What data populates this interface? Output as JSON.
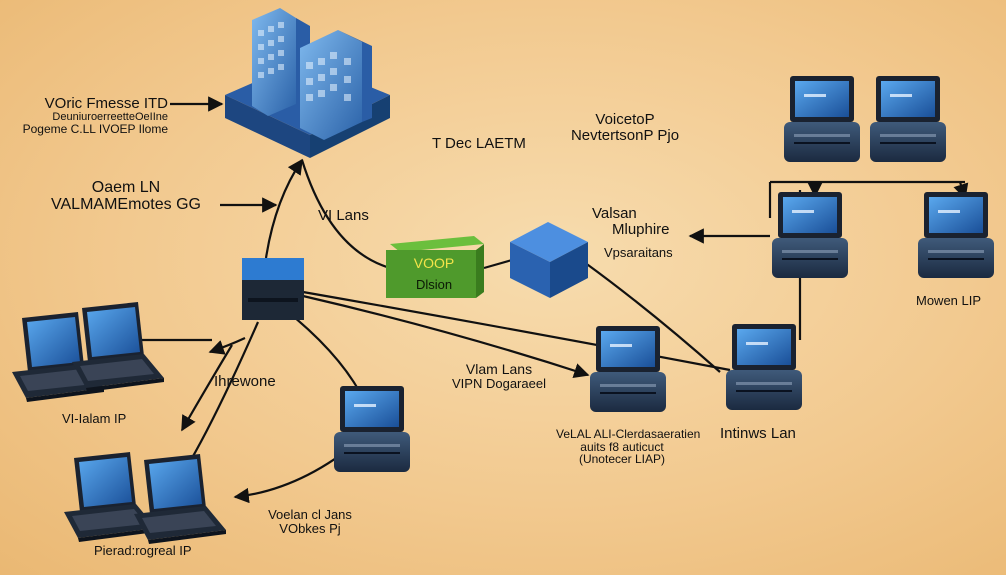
{
  "labels": {
    "company_line1": "VOric Fmesse ITD",
    "company_line2": "DeuniuroerreetteOeIIne",
    "company_line3": "Pogeme C.LL IVOEP Ilome",
    "open_lan_line1": "Oaem LN",
    "open_lan_line2": "VALMAMEmotes GG",
    "vlans_top": "VI Lans",
    "tdec": "T Dec LAETM",
    "voicetop_line1": "VoicetoP",
    "voicetop_line2": "NevtertsonP Pjo",
    "voor": "VOOP",
    "dlsion": "Dlsion",
    "valsan": "Valsan",
    "mluphire": "Mluphire",
    "vpsaraitans": "Vpsaraitans",
    "mowen_lip": "Mowen LIP",
    "ihrewone": "Ihrewone",
    "vi_lalam_ip": "VI-Ialam IP",
    "vlam_lans": "Vlam  Lans",
    "vipn_dogaraeel": "VIPN Dogaraeel",
    "velal_line1": "VeLAL ALI-Clerdasaeratien",
    "velal_line2": "auits f8 auticuct",
    "velal_line3": "(Unotecer LIAP)",
    "intinws_lan": "Intinws Lan",
    "voelan_line1": "Voelan cl Jans",
    "voelan_line2": "VObkes Pj",
    "pierad_ip": "Pierad:rogreal IP"
  },
  "colors": {
    "accent_blue": "#2a66b0",
    "switch_green": "#4f9a2c",
    "background": "#f2c98f"
  },
  "icons": {
    "building": "office-building-icon",
    "switch": "network-switch-icon",
    "voip": "voip-box-icon",
    "router": "router-cube-icon",
    "laptop": "laptop-icon",
    "workstation": "workstation-icon"
  }
}
